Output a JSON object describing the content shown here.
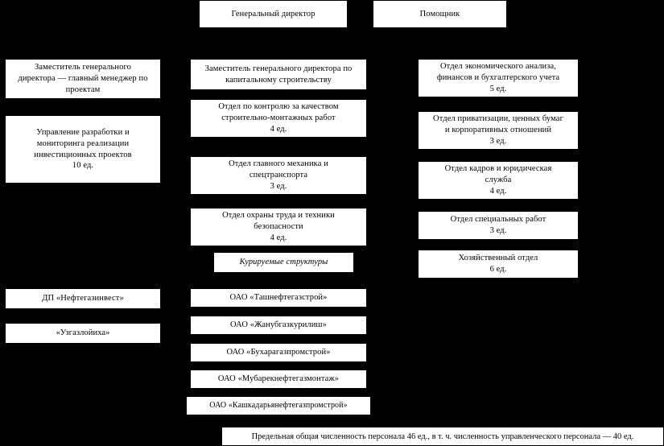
{
  "diagram": {
    "title_top": [
      {
        "name": "general-director",
        "label": "Генеральный директор"
      },
      {
        "name": "assistant",
        "label": "Помощник"
      }
    ],
    "left_column": [
      {
        "name": "deputy-project-manager",
        "lines": [
          "Заместитель генерального",
          "директора — главный менеджер по",
          "проектам"
        ]
      },
      {
        "name": "investment-projects-dept",
        "lines": [
          "Управление разработки и",
          "мониторинга реализации",
          "инвестиционных проектов",
          "10 ед."
        ]
      }
    ],
    "center_column": [
      {
        "name": "deputy-capital-construction",
        "lines": [
          "Заместитель генерального директора по",
          "капитальному строительству"
        ]
      },
      {
        "name": "quality-control-dept",
        "lines": [
          "Отдел по контролю за качеством",
          "строительно-монтажных работ",
          "4 ед."
        ]
      },
      {
        "name": "chief-mechanic-dept",
        "lines": [
          "Отдел главного механика и",
          "спецтранспорта",
          "3 ед."
        ]
      },
      {
        "name": "labor-safety-dept",
        "lines": [
          "Отдел охраны труда и техники",
          "безопасности",
          "4 ед."
        ]
      }
    ],
    "supervised_header": {
      "name": "supervised-structures-header",
      "label": "Курируемые структуры"
    },
    "right_column": [
      {
        "name": "economic-analysis-dept",
        "lines": [
          "Отдел экономического анализа,",
          "финансов и бухгалтерского учета",
          "5 ед."
        ]
      },
      {
        "name": "privatization-dept",
        "lines": [
          "Отдел приватизации, ценных бумаг",
          "и корпоративных отношений",
          "3 ед."
        ]
      },
      {
        "name": "hr-legal-dept",
        "lines": [
          "Отдел кадров и юридическая",
          "служба",
          "4 ед."
        ]
      },
      {
        "name": "special-works-dept",
        "lines": [
          "Отдел специальных работ",
          "3 ед."
        ]
      },
      {
        "name": "household-dept",
        "lines": [
          "Хозяйственный отдел",
          "6 ед."
        ]
      }
    ],
    "subsidiaries_left": [
      {
        "name": "dp-neftegazinvest",
        "label": "ДП «Нефтегазинвест»"
      },
      {
        "name": "uzgazloyiha",
        "label": "«Узгазлойиха»"
      }
    ],
    "subsidiaries_center": [
      {
        "name": "oao-tashneftegazstroy",
        "label": "ОАО «Ташнефтегазстрой»"
      },
      {
        "name": "oao-zhanubgazkurilish",
        "label": "ОАО «Жанубгазкурилиш»"
      },
      {
        "name": "oao-bukharagazpromstroy",
        "label": "ОАО «Бухарагазпромстрой»"
      },
      {
        "name": "oao-mubarekneftegazmontazh",
        "label": "ОАО «Мубарекнефтегазмонтаж»"
      },
      {
        "name": "oao-kashkadaryaneftegazpromstroy",
        "label": "ОАО «Кашкадарьянефтегазпромстрой»"
      }
    ],
    "footer": {
      "name": "total-personnel-note",
      "label": "Предельная общая численность персонала 46 ед., в т. ч. численность управленческого персонала — 40 ед."
    },
    "colors": {
      "background": "#000000",
      "box_fill": "#ffffff",
      "box_border": "#000000",
      "text": "#000000"
    }
  }
}
